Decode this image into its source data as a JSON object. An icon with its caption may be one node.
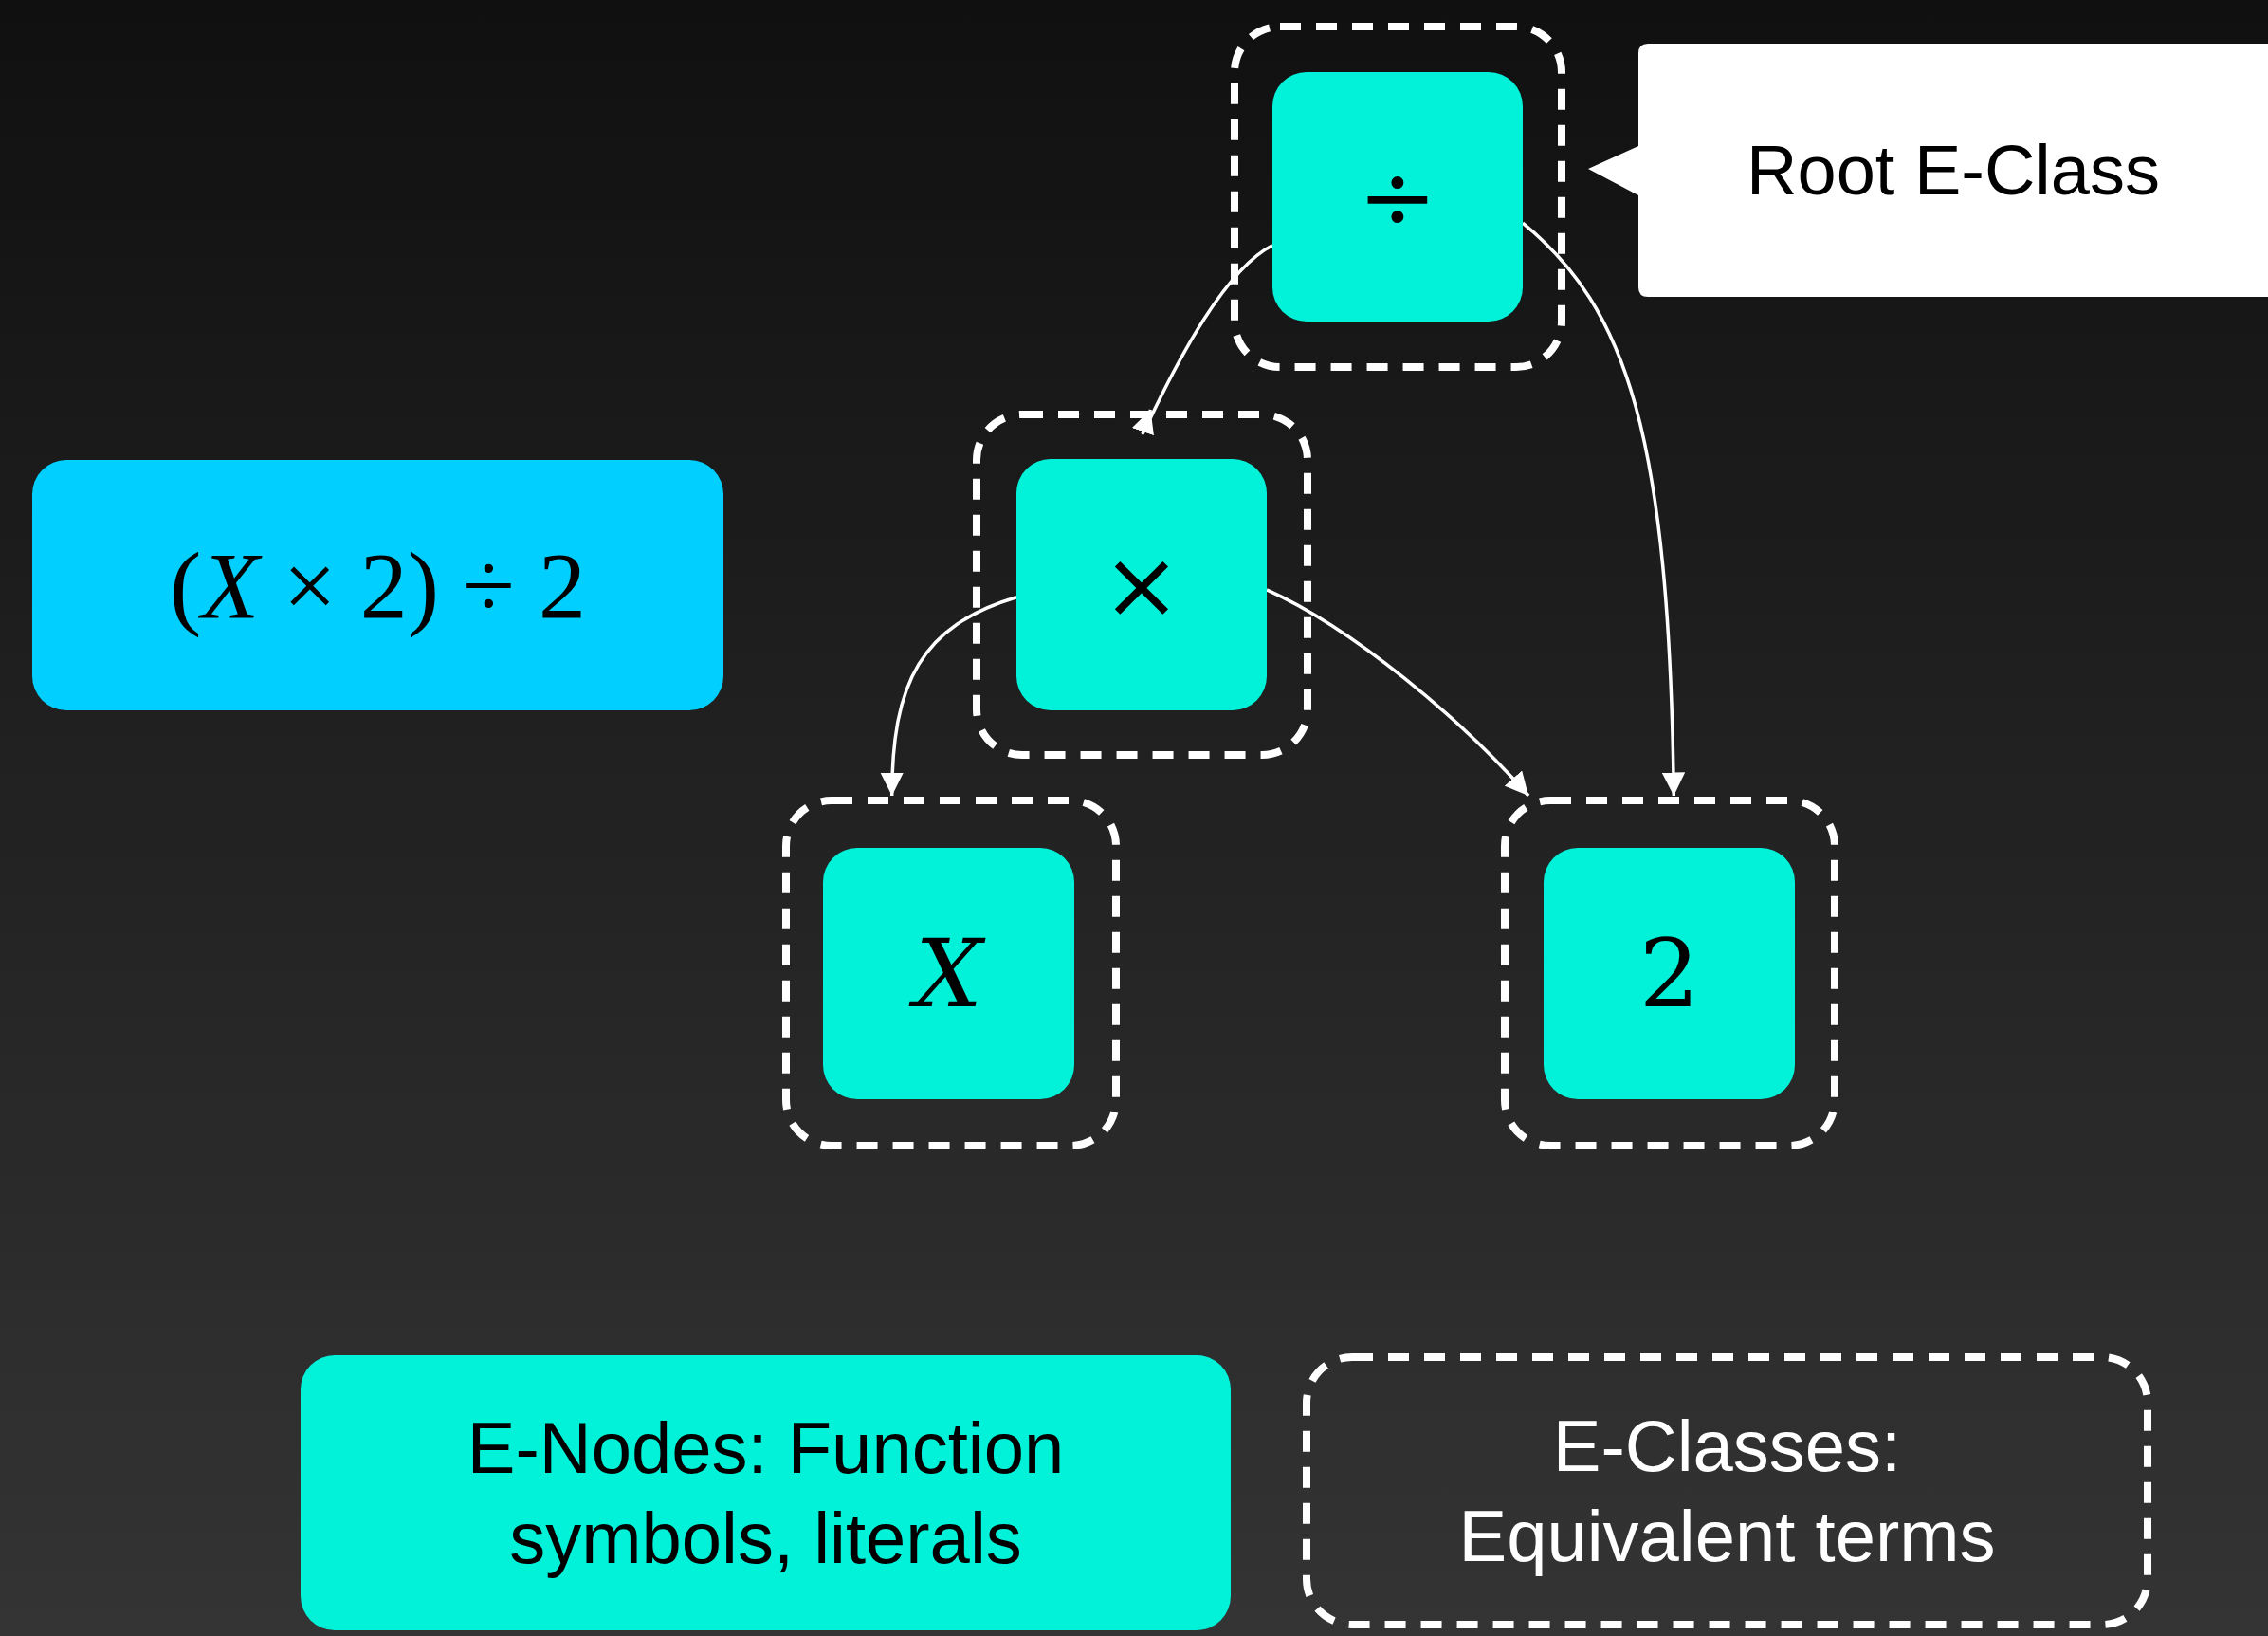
{
  "diagram": {
    "nodes": [
      {
        "text": [],
        "shape": "box"
      },
      {
        "text": [
          "÷"
        ],
        "in": 0
      },
      {
        "text": [],
        "shape": "box"
      },
      {
        "text": [
          "×"
        ],
        "in": 2
      },
      {
        "text": [],
        "shape": "box"
      },
      {
        "text": [
          "X"
        ],
        "in": 4
      },
      {
        "text": [],
        "shape": "box"
      },
      {
        "text": [
          "2"
        ],
        "in": 6
      },
      {
        "text": [
          "Root E-Class"
        ]
      },
      {
        "text": [
          "(*X* × 2) ÷ 2"
        ]
      },
      {
        "text": [
          "E-Nodes: Function symbols, literals"
        ]
      },
      {
        "text": [
          "E-Classes: Equivalent terms"
        ]
      }
    ],
    "edges": [
      {
        "from": 1,
        "to": 2,
        "arrow": "to"
      },
      {
        "from": 1,
        "to": 6,
        "arrow": "to"
      },
      {
        "from": 3,
        "to": 4,
        "arrow": "to"
      },
      {
        "from": 3,
        "to": 6,
        "arrow": "to"
      }
    ]
  }
}
